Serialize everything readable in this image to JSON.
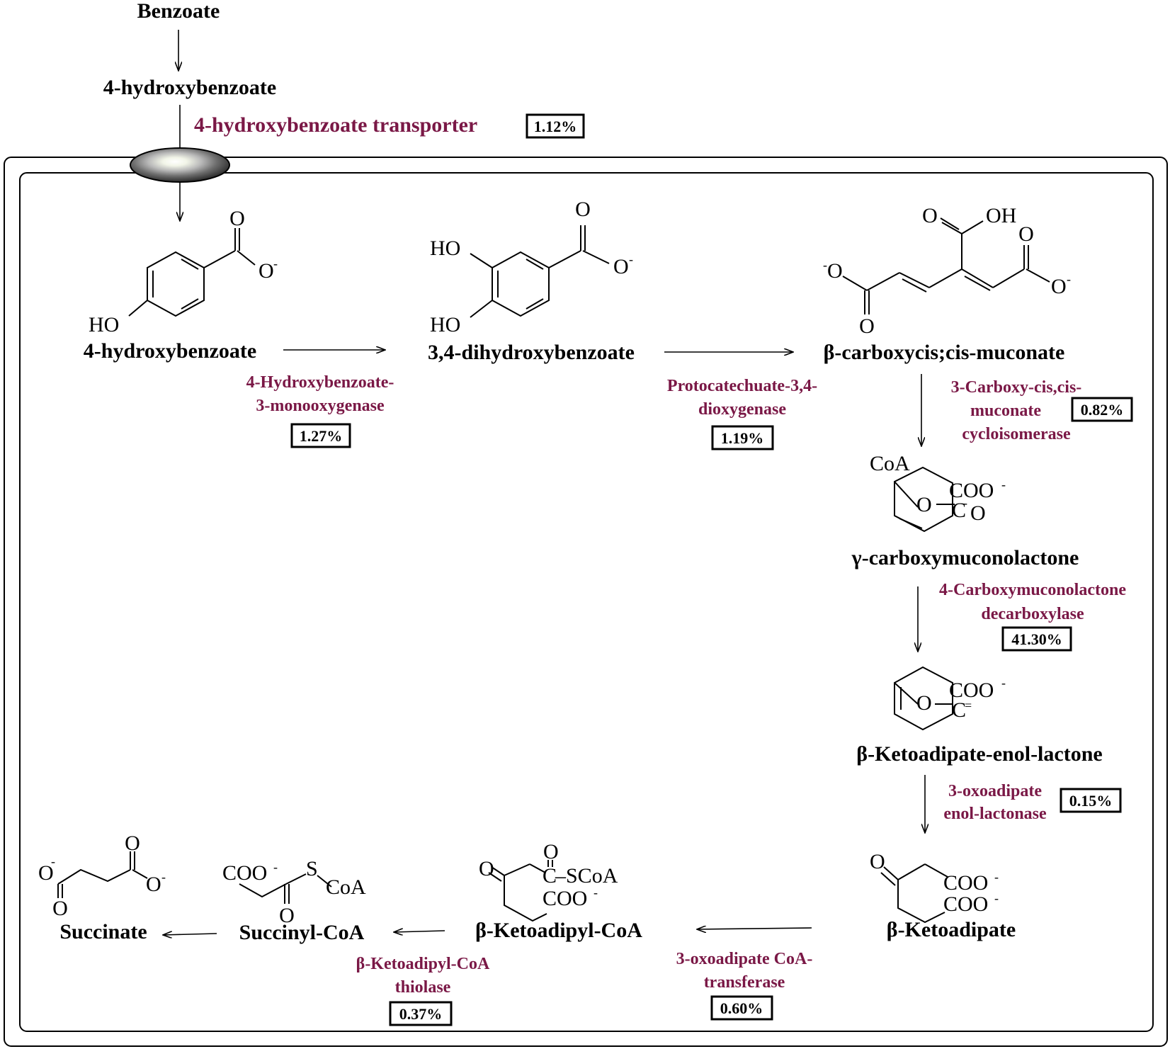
{
  "compounds": {
    "benzoate": "Benzoate",
    "hydroxybenzoate_outside": "4-hydroxybenzoate",
    "hydroxybenzoate": "4-hydroxybenzoate",
    "dihydroxybenzoate": "3,4-dihydroxybenzoate",
    "carboxymuconate": "β-carboxycis;cis-muconate",
    "carboxymuconolactone": "γ-carboxymuconolactone",
    "ketoadipate_enol_lactone": "β-Ketoadipate-enol-lactone",
    "ketoadipate": "β-Ketoadipate",
    "ketoadipyl_coa": "β-Ketoadipyl-CoA",
    "succinyl_coa": "Succinyl-CoA",
    "succinate": "Succinate"
  },
  "enzymes": {
    "transporter": {
      "label": "4-hydroxybenzoate transporter",
      "percent": "1.12%"
    },
    "monooxygenase": {
      "lines": [
        "4-Hydroxybenzoate-",
        "3-monooxygenase"
      ],
      "percent": "1.27%"
    },
    "dioxygenase": {
      "lines": [
        "Protocatechuate-3,4-",
        "dioxygenase"
      ],
      "percent": "1.19%"
    },
    "cycloisomerase": {
      "lines": [
        "3-Carboxy-cis,cis-",
        "muconate",
        "cycloisomerase"
      ],
      "percent": "0.82%"
    },
    "decarboxylase": {
      "lines": [
        "4-Carboxymuconolactone",
        "decarboxylase"
      ],
      "percent": "41.30%"
    },
    "lactonase": {
      "lines": [
        "3-oxoadipate",
        "enol-lactonase"
      ],
      "percent": "0.15%"
    },
    "coa_transferase": {
      "lines": [
        "3-oxoadipate CoA-",
        "transferase"
      ],
      "percent": "0.60%"
    },
    "thiolase": {
      "lines": [
        "β-Ketoadipyl-CoA",
        "thiolase"
      ],
      "percent": "0.37%"
    }
  },
  "structure_atoms": {
    "O": "O",
    "O_minus": "O",
    "minus": "-",
    "HO": "HO",
    "OH": "OH",
    "CoA": "CoA",
    "COO": "COO",
    "C": "C",
    "C_eq": "C",
    "eq": "=",
    "SCoA": "–SCoA",
    "S": "S"
  },
  "colors": {
    "enzyme_text": "#7a1846",
    "compound_text": "#000000",
    "membrane": "#000000"
  }
}
